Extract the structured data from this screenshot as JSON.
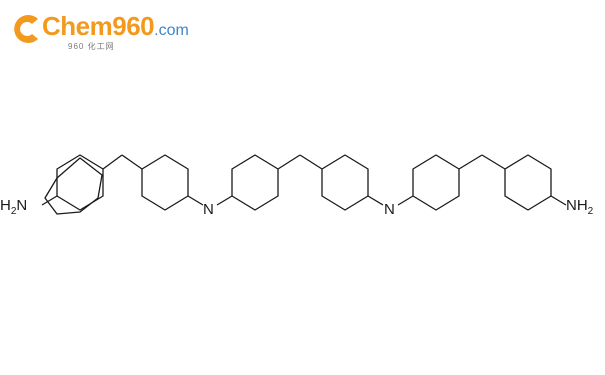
{
  "logo": {
    "brand_main": "Chem960",
    "brand_tld": ".com",
    "subtitle": "960 化工网",
    "brand_color": "#f39a1e",
    "tld_color": "#3f86c8"
  },
  "molecule": {
    "atoms": [
      {
        "symbol": "H",
        "sub": "2",
        "sub_first": true,
        "tail": "N"
      },
      {
        "symbol": "N",
        "tail": ""
      },
      {
        "symbol": "N",
        "tail": ""
      },
      {
        "symbol": "N",
        "sub": "2",
        "sub_first": false,
        "tail": ""
      }
    ],
    "labels": {
      "left_amine": "H",
      "left_amine_sub": "2",
      "left_amine_tail": "N",
      "nh_1": "N",
      "nh_2": "N",
      "right_amine": "NH",
      "right_amine_sub": "2"
    },
    "bond_color": "#1a1a1a"
  }
}
